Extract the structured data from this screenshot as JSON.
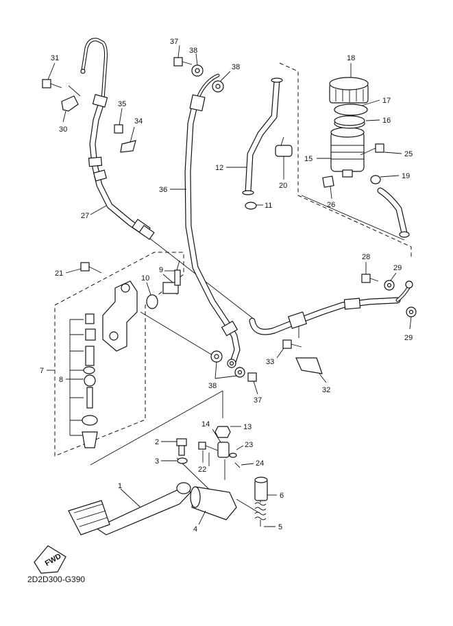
{
  "diagram": {
    "title": "Rear master cylinder / brake pedal parts diagram",
    "code": "2D2D300-G390",
    "fwd_label": "FWD",
    "callouts": [
      {
        "id": "1",
        "text": "1"
      },
      {
        "id": "2",
        "text": "2"
      },
      {
        "id": "3",
        "text": "3"
      },
      {
        "id": "4",
        "text": "4"
      },
      {
        "id": "5",
        "text": "5"
      },
      {
        "id": "6",
        "text": "6"
      },
      {
        "id": "7",
        "text": "7"
      },
      {
        "id": "8",
        "text": "8"
      },
      {
        "id": "9",
        "text": "9"
      },
      {
        "id": "10",
        "text": "10"
      },
      {
        "id": "11",
        "text": "11"
      },
      {
        "id": "12",
        "text": "12"
      },
      {
        "id": "13",
        "text": "13"
      },
      {
        "id": "14",
        "text": "14"
      },
      {
        "id": "15",
        "text": "15"
      },
      {
        "id": "16",
        "text": "16"
      },
      {
        "id": "17",
        "text": "17"
      },
      {
        "id": "18",
        "text": "18"
      },
      {
        "id": "19",
        "text": "19"
      },
      {
        "id": "20",
        "text": "20"
      },
      {
        "id": "21",
        "text": "21"
      },
      {
        "id": "22",
        "text": "22"
      },
      {
        "id": "23",
        "text": "23"
      },
      {
        "id": "24",
        "text": "24"
      },
      {
        "id": "25",
        "text": "25"
      },
      {
        "id": "26",
        "text": "26"
      },
      {
        "id": "27",
        "text": "27"
      },
      {
        "id": "28",
        "text": "28"
      },
      {
        "id": "29a",
        "text": "29"
      },
      {
        "id": "29b",
        "text": "29"
      },
      {
        "id": "30",
        "text": "30"
      },
      {
        "id": "31",
        "text": "31"
      },
      {
        "id": "32",
        "text": "32"
      },
      {
        "id": "33",
        "text": "33"
      },
      {
        "id": "34",
        "text": "34"
      },
      {
        "id": "35",
        "text": "35"
      },
      {
        "id": "36",
        "text": "36"
      },
      {
        "id": "37a",
        "text": "37"
      },
      {
        "id": "37b",
        "text": "37"
      },
      {
        "id": "38a",
        "text": "38"
      },
      {
        "id": "38b",
        "text": "38"
      },
      {
        "id": "38c",
        "text": "38"
      }
    ]
  }
}
